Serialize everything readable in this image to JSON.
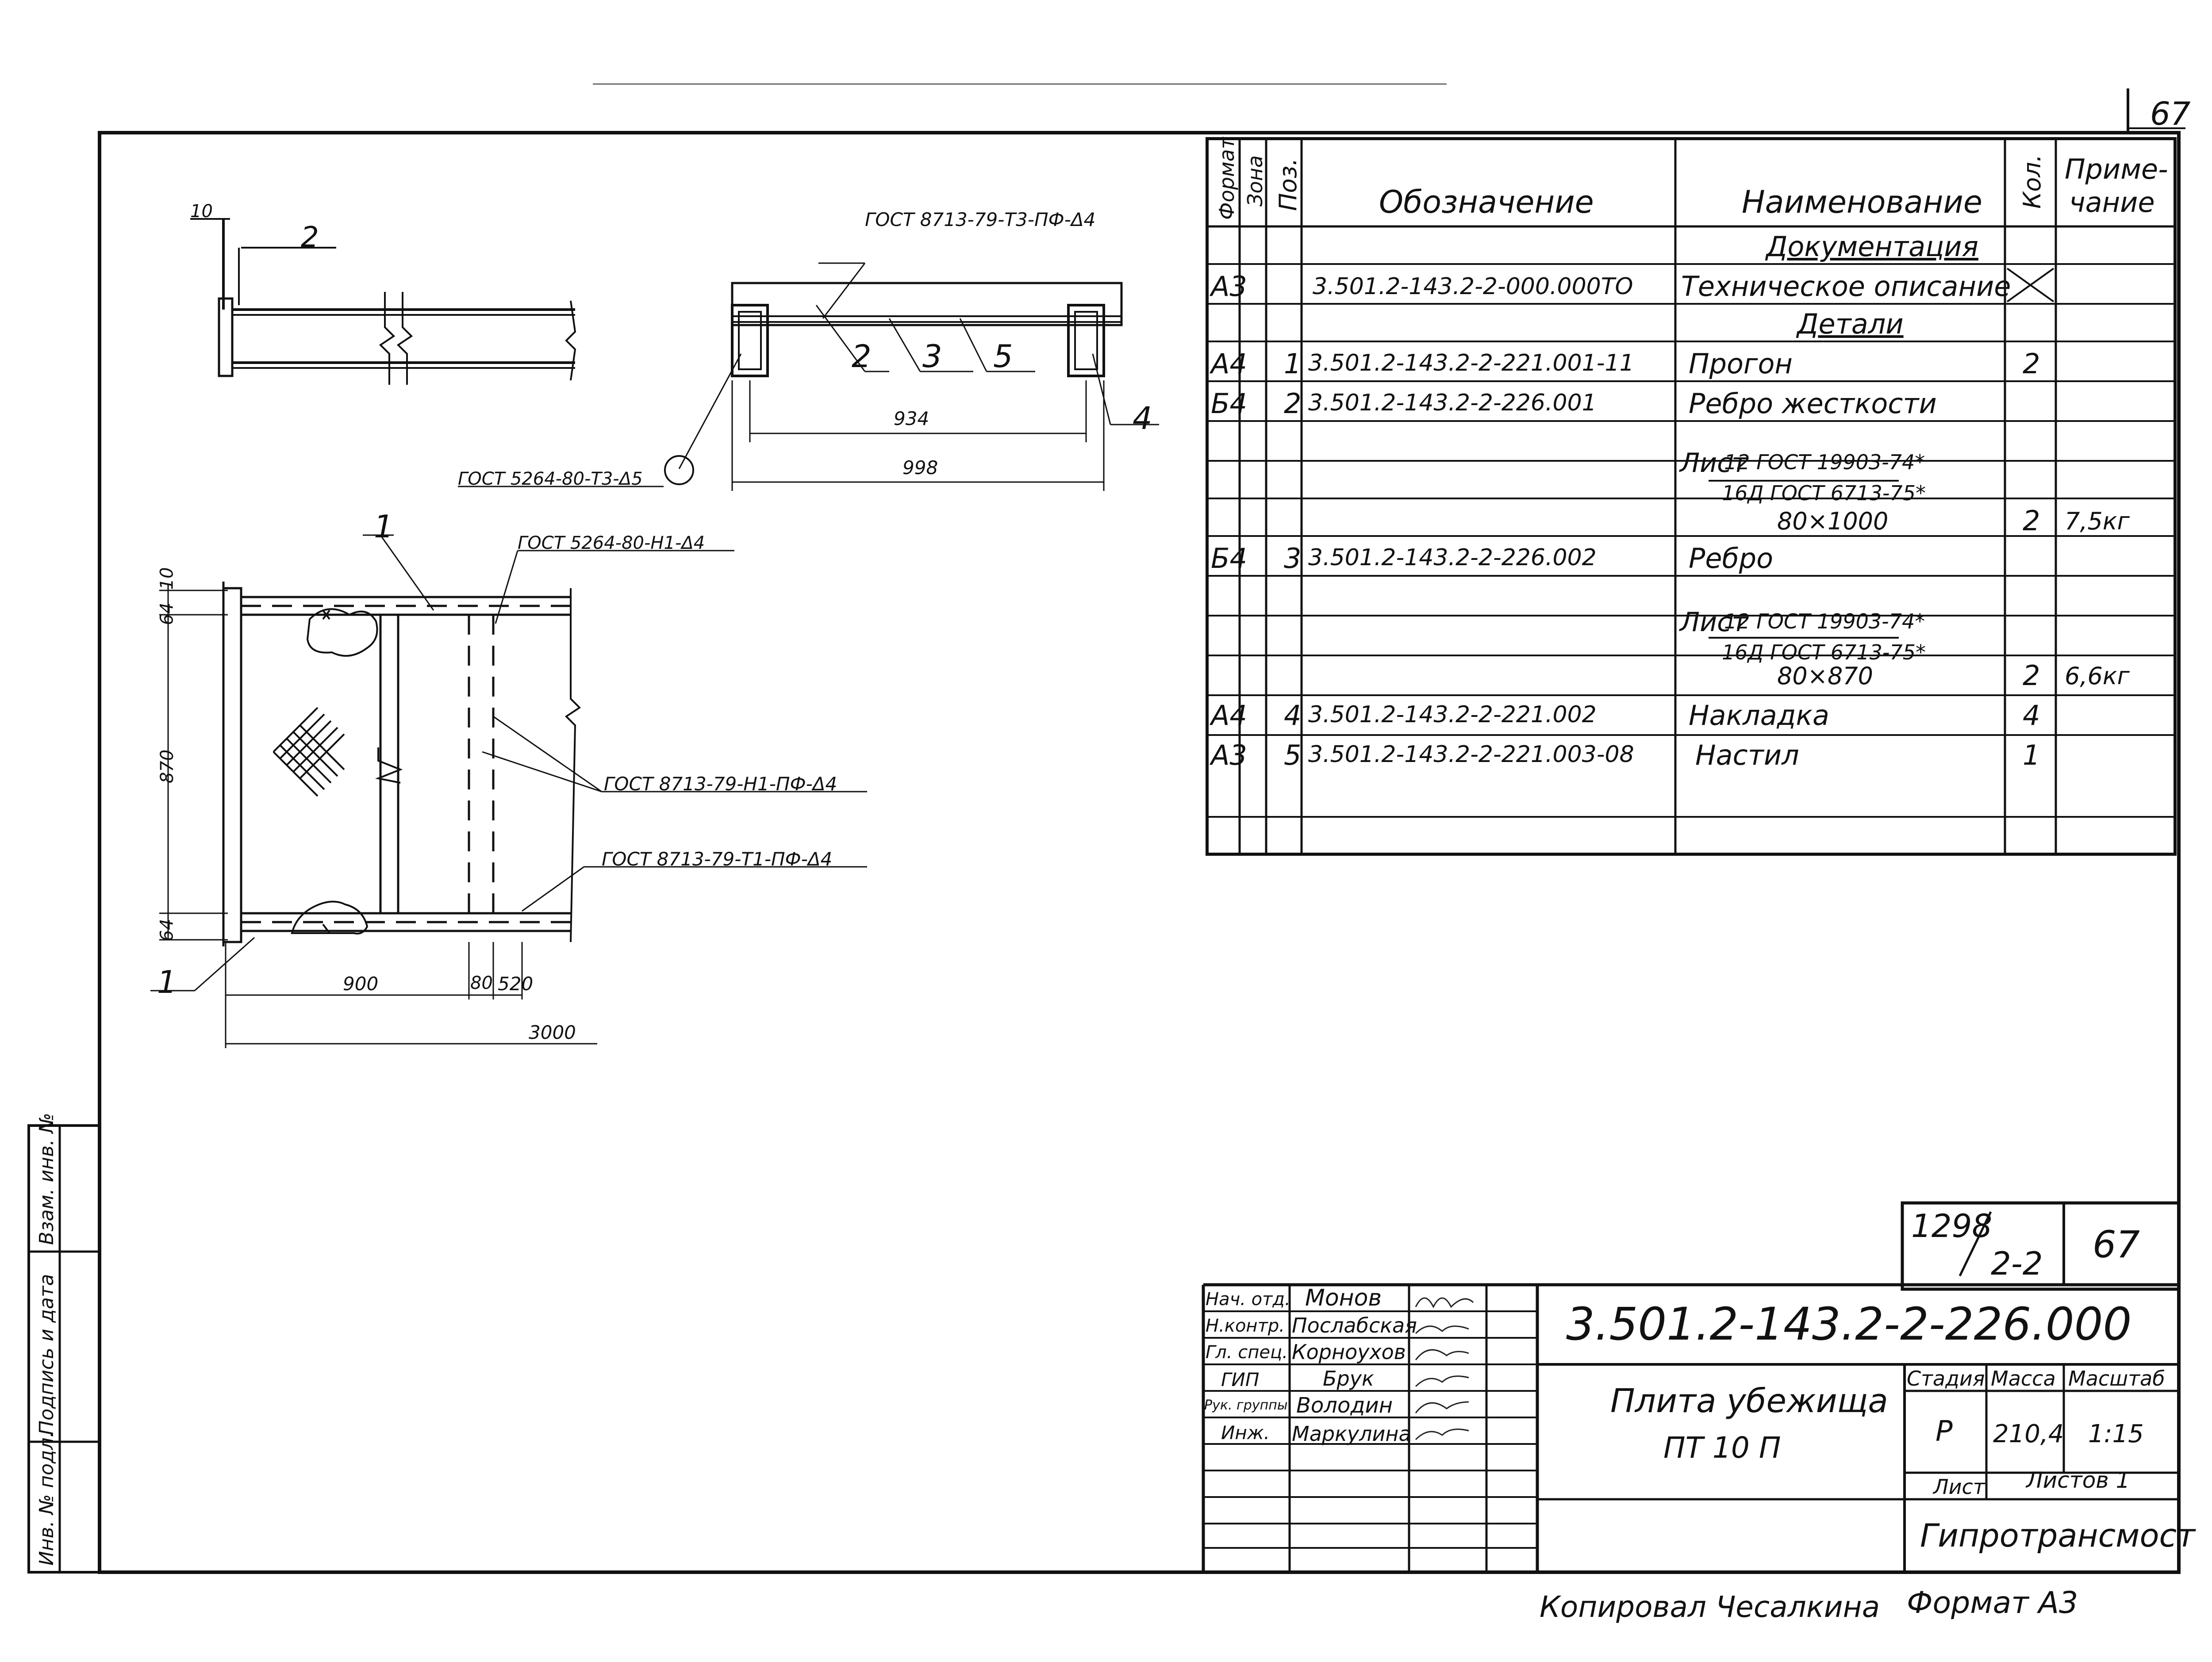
{
  "page_number": "67",
  "spec_table": {
    "headers": {
      "format": "Формат",
      "zone": "Зона",
      "pos": "Поз.",
      "designation": "Обозначение",
      "name": "Наименование",
      "qty": "Кол.",
      "note": "Приме-\nчание",
      "note_line1": "Приме-",
      "note_line2": "чание"
    },
    "rows": [
      {
        "format": "",
        "pos": "",
        "designation": "",
        "name": "Документация",
        "qty": "",
        "note": ""
      },
      {
        "format": "А3",
        "pos": "",
        "designation": "3.501.2-143.2-2-000.000ТО",
        "name": "Техническое описание",
        "qty": "",
        "note": ""
      },
      {
        "format": "",
        "pos": "",
        "designation": "",
        "name": "Детали",
        "qty": "",
        "note": ""
      },
      {
        "format": "А4",
        "pos": "1",
        "designation": "3.501.2-143.2-2-221.001-11",
        "name": "Прогон",
        "qty": "2",
        "note": ""
      },
      {
        "format": "Б4",
        "pos": "2",
        "designation": "3.501.2-143.2-2-226.001",
        "name": "Ребро жесткости",
        "qty": "",
        "note": ""
      },
      {
        "format": "",
        "pos": "",
        "designation": "",
        "name_prefix": "Лист",
        "name_top": "12 ГОСТ 19903-74*",
        "name_bottom": "16Д ГОСТ 6713-75*",
        "qty": "",
        "note": ""
      },
      {
        "format": "",
        "pos": "",
        "designation": "",
        "name": "80×1000",
        "qty": "2",
        "note": "7,5кг"
      },
      {
        "format": "Б4",
        "pos": "3",
        "designation": "3.501.2-143.2-2-226.002",
        "name": "Ребро",
        "qty": "",
        "note": ""
      },
      {
        "format": "",
        "pos": "",
        "designation": "",
        "name_prefix": "Лист",
        "name_top": "12 ГОСТ 19903-74*",
        "name_bottom": "16Д ГОСТ 6713-75*",
        "qty": "",
        "note": ""
      },
      {
        "format": "",
        "pos": "",
        "designation": "",
        "name": "80×870",
        "qty": "2",
        "note": "6,6кг"
      },
      {
        "format": "А4",
        "pos": "4",
        "designation": "3.501.2-143.2-2-221.002",
        "name": "Накладка",
        "qty": "4",
        "note": ""
      },
      {
        "format": "А3",
        "pos": "5",
        "designation": "3.501.2-143.2-2-221.003-08",
        "name": "Настил",
        "qty": "1",
        "note": ""
      }
    ]
  },
  "drawing": {
    "weld_1": "ГОСТ 8713-79-Т3-ПФ-Δ4",
    "weld_2": "ГОСТ 5264-80-Т3-Δ5",
    "weld_3": "ГОСТ 5264-80-Н1-Δ4",
    "weld_4": "ГОСТ 8713-79-Н1-ПФ-Δ4",
    "weld_5": "ГОСТ 8713-79-Т1-ПФ-Δ4",
    "dims": {
      "d10_top": "10",
      "d934": "934",
      "d998": "998",
      "d10_side": "10",
      "d64_top": "64",
      "d870": "870",
      "d64_bottom": "64",
      "d900": "900",
      "d80": "80",
      "d520": "520",
      "d3000": "3000"
    },
    "callouts": {
      "c1a": "1",
      "c1b": "1",
      "c2a": "2",
      "c2b": "2",
      "c3": "3",
      "c4": "4",
      "c5": "5"
    }
  },
  "left_strip": {
    "inv_podl": "Инв. № подл.",
    "podpis": "Подпись и дата",
    "vzam": "Взам. инв. №"
  },
  "title_block": {
    "album_top": "1298",
    "album_bottom": "2-2",
    "sheet_no": "67",
    "code": "3.501.2-143.2-2-226.000",
    "title_line1": "Плита убежища",
    "title_line2": "ПТ 10 П",
    "stage_label": "Стадия",
    "mass_label": "Масса",
    "scale_label": "Масштаб",
    "stage": "Р",
    "mass": "210,4",
    "scale": "1:15",
    "list_label": "Лист",
    "lists_label": "Листов 1",
    "org": "Гипротрансмост",
    "people": [
      {
        "role": "Нач. отд.",
        "name": "Монов"
      },
      {
        "role": "Н.контр.",
        "name": "Послабская"
      },
      {
        "role": "Гл. спец.",
        "name": "Корноухов"
      },
      {
        "role": "ГИП",
        "name": "Брук"
      },
      {
        "role": "Рук. группы",
        "name": "Володин"
      },
      {
        "role": "Инж.",
        "name": "Маркулина"
      }
    ]
  },
  "footer": {
    "copied": "Копировал Чесалкина",
    "format": "Формат А3"
  }
}
